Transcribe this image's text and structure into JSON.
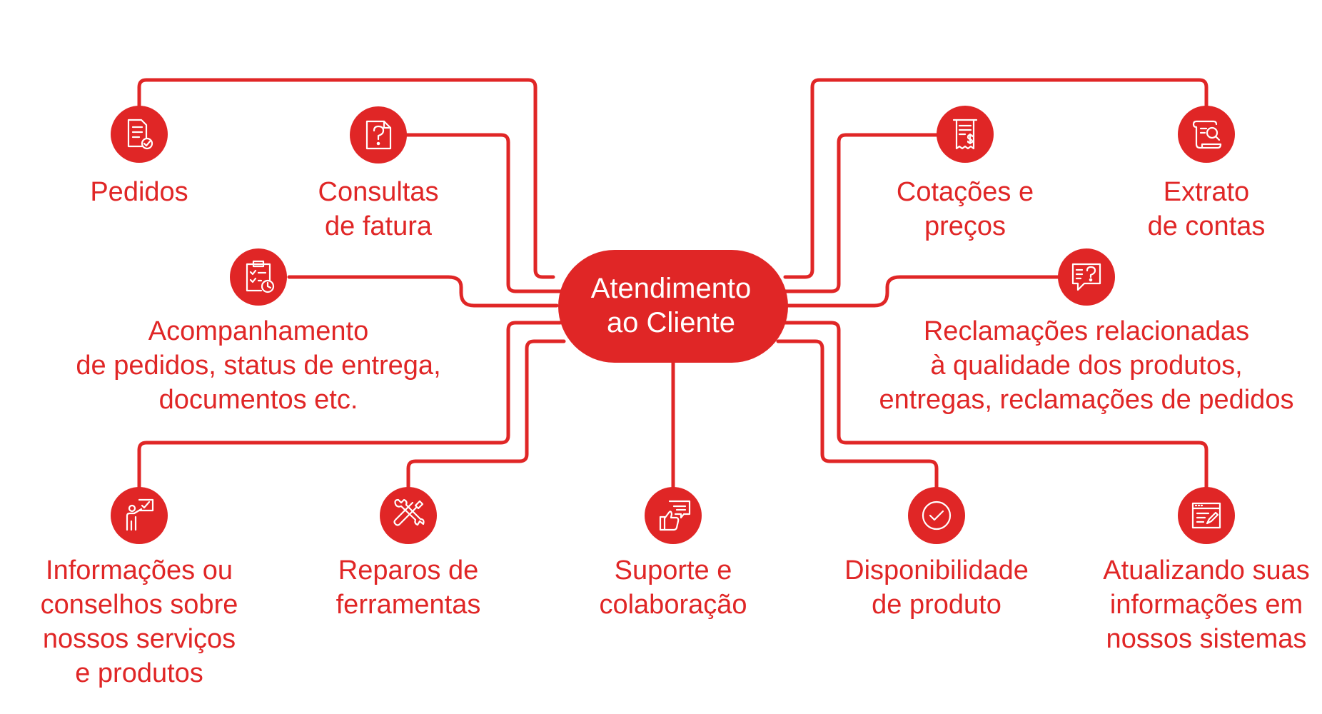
{
  "colors": {
    "accent": "#e02626",
    "background": "#ffffff",
    "icon_stroke": "#ffffff"
  },
  "center": {
    "line1": "Atendimento",
    "line2": "ao Cliente"
  },
  "nodes": {
    "pedidos": {
      "icon": "document-check-icon",
      "lines": [
        "Pedidos"
      ]
    },
    "consultas": {
      "icon": "question-document-icon",
      "lines": [
        "Consultas",
        "de fatura"
      ]
    },
    "acompanhamento": {
      "icon": "clipboard-clock-icon",
      "lines": [
        "Acompanhamento",
        "de pedidos, status de entrega,",
        "documentos etc."
      ]
    },
    "informacoes": {
      "icon": "presenter-checklist-icon",
      "lines": [
        "Informações ou",
        "conselhos sobre",
        "nossos serviços",
        "e produtos"
      ]
    },
    "reparos": {
      "icon": "tools-icon",
      "lines": [
        "Reparos de",
        "ferramentas"
      ]
    },
    "suporte": {
      "icon": "thumbs-up-chat-icon",
      "lines": [
        "Suporte e",
        "colaboração"
      ]
    },
    "disponibilidade": {
      "icon": "check-circle-icon",
      "lines": [
        "Disponibilidade",
        "de produto"
      ]
    },
    "atualizando": {
      "icon": "browser-edit-icon",
      "lines": [
        "Atualizando suas",
        "informações em",
        "nossos sistemas"
      ]
    },
    "cotacoes": {
      "icon": "receipt-dollar-icon",
      "lines": [
        "Cotações e",
        "preços"
      ]
    },
    "extrato": {
      "icon": "scroll-search-icon",
      "lines": [
        "Extrato",
        "de contas"
      ]
    },
    "reclamacoes": {
      "icon": "question-chat-icon",
      "lines": [
        "Reclamações relacionadas",
        "à qualidade dos produtos,",
        "entregas, reclamações de pedidos"
      ]
    }
  }
}
